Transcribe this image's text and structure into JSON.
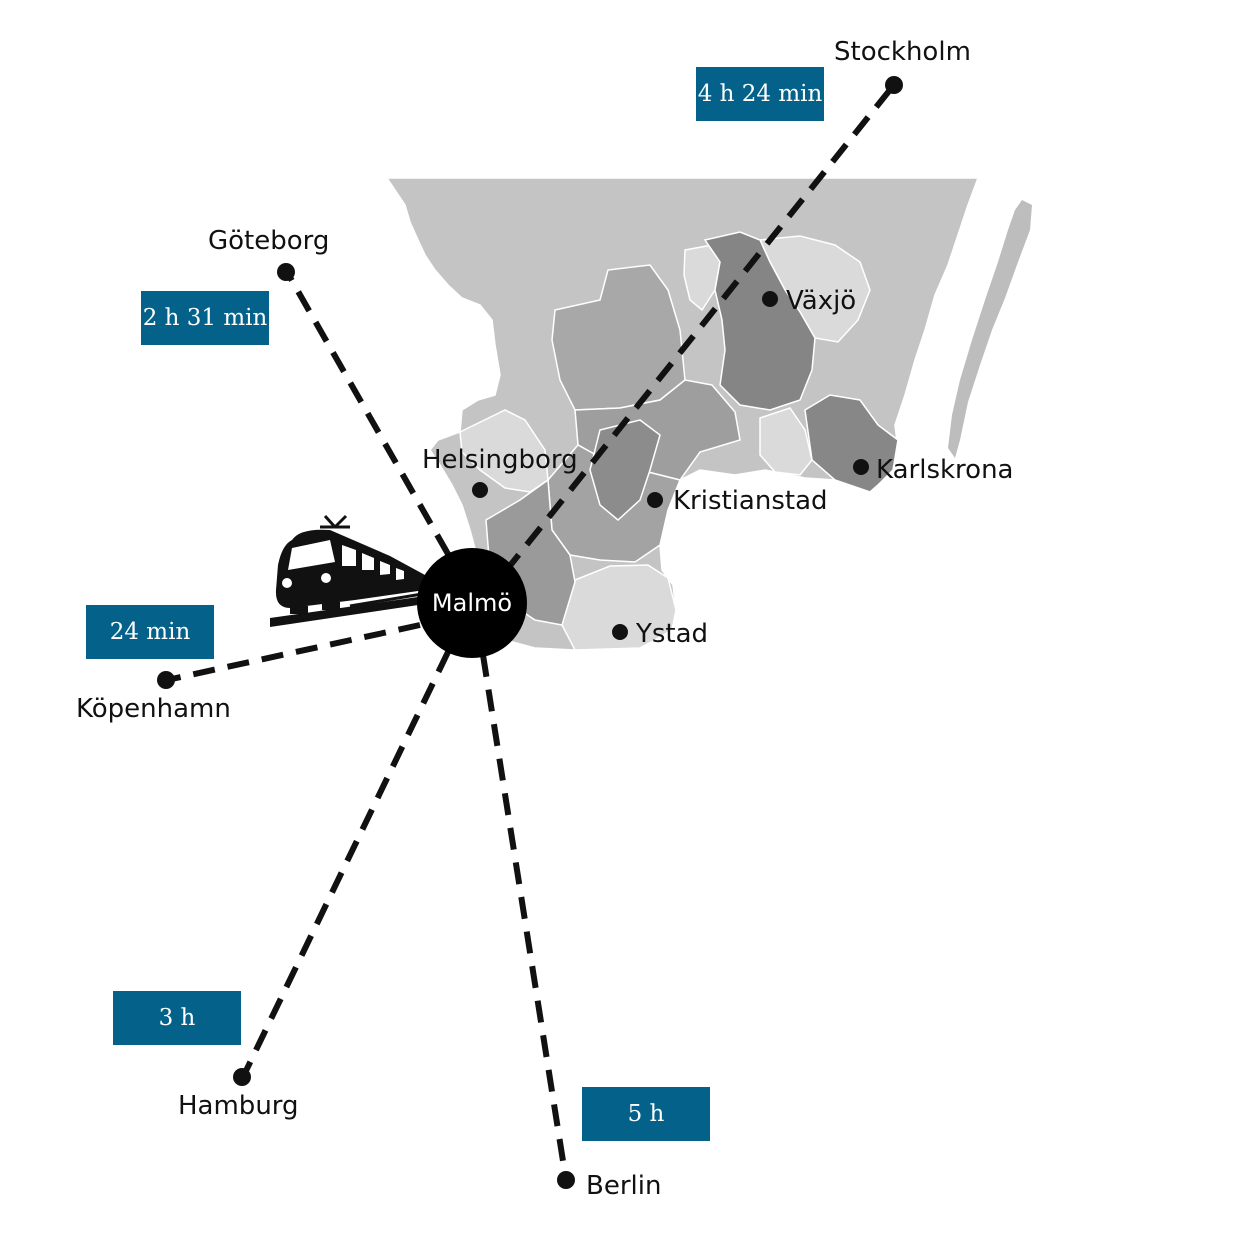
{
  "map": {
    "hub": {
      "name": "Malmö"
    },
    "routes": [
      {
        "id": "stockholm",
        "name": "Stockholm",
        "time": "4 h 24 min"
      },
      {
        "id": "goteborg",
        "name": "Göteborg",
        "time": "2 h 31 min"
      },
      {
        "id": "kopenhamn",
        "name": "Köpenhamn",
        "time": "24 min"
      },
      {
        "id": "hamburg",
        "name": "Hamburg",
        "time": "3 h"
      },
      {
        "id": "berlin",
        "name": "Berlin",
        "time": "5 h"
      }
    ],
    "regional_cities": [
      {
        "id": "vaxjo",
        "name": "Växjö"
      },
      {
        "id": "helsingborg",
        "name": "Helsingborg"
      },
      {
        "id": "kristianstad",
        "name": "Kristianstad"
      },
      {
        "id": "karlskrona",
        "name": "Karlskrona"
      },
      {
        "id": "ystad",
        "name": "Ystad"
      }
    ],
    "colors": {
      "badge": "#04618a",
      "route": "#111111",
      "hub": "#000000",
      "region_light": "#d8d8d8",
      "region_mid": "#bfbfbf",
      "region_dark": "#9c9c9c",
      "region_darker": "#858585"
    },
    "icons": [
      "train-icon"
    ]
  }
}
